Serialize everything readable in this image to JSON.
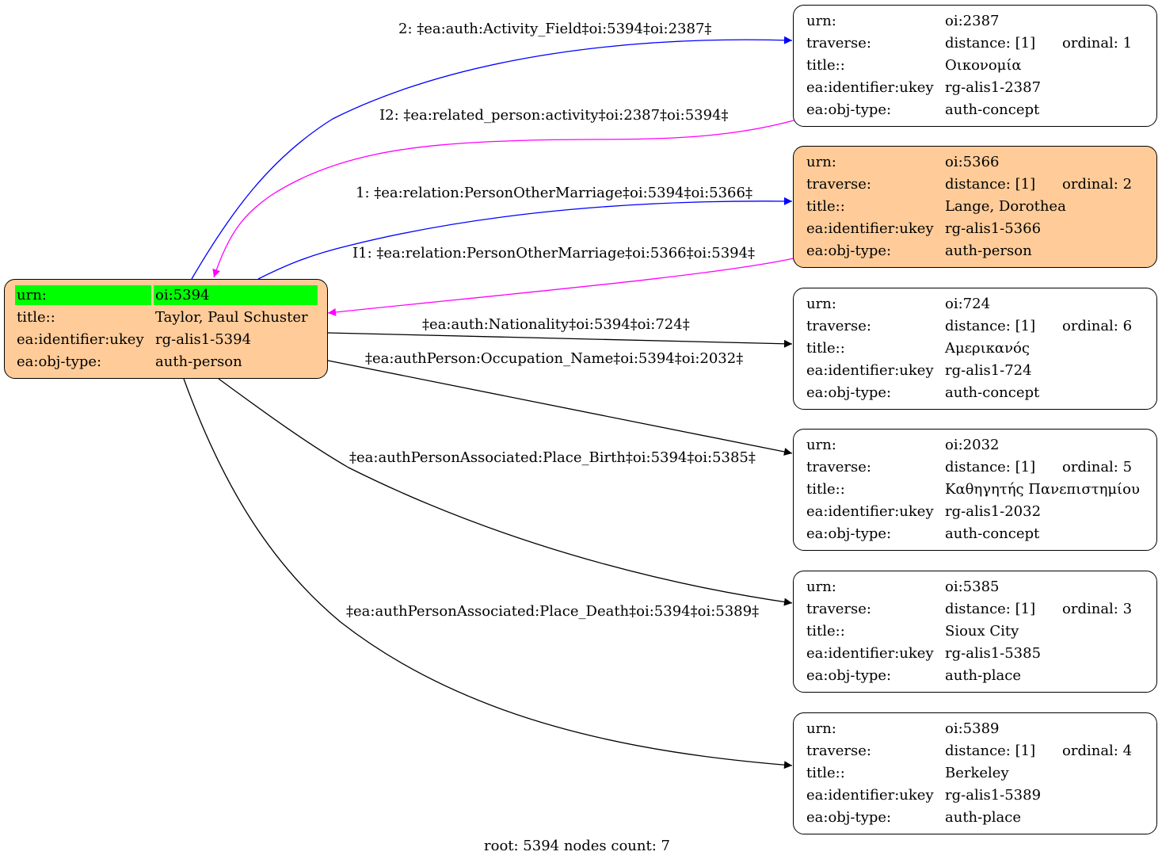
{
  "root_node": {
    "rows": [
      {
        "key": "urn:",
        "value": "oi:5394"
      },
      {
        "key": "title::",
        "value": "Taylor, Paul Schuster"
      },
      {
        "key": "ea:identifier:ukey",
        "value": "rg-alis1-5394"
      },
      {
        "key": "ea:obj-type:",
        "value": "auth-person"
      }
    ],
    "highlight_color": "#00ff00",
    "fill_color": "#ffcc99"
  },
  "nodes": [
    {
      "urn": "oi:2387",
      "distance": "distance: [1]",
      "ordinal": "ordinal: 1",
      "title": "Οικονομία",
      "ukey": "rg-alis1-2387",
      "obj_type": "auth-concept",
      "highlighted": false
    },
    {
      "urn": "oi:5366",
      "distance": "distance: [1]",
      "ordinal": "ordinal: 2",
      "title": "Lange, Dorothea",
      "ukey": "rg-alis1-5366",
      "obj_type": "auth-person",
      "highlighted": true
    },
    {
      "urn": "oi:724",
      "distance": "distance: [1]",
      "ordinal": "ordinal: 6",
      "title": "Αμερικανός",
      "ukey": "rg-alis1-724",
      "obj_type": "auth-concept",
      "highlighted": false
    },
    {
      "urn": "oi:2032",
      "distance": "distance: [1]",
      "ordinal": "ordinal: 5",
      "title": "Καθηγητής Πανεπιστημίου",
      "ukey": "rg-alis1-2032",
      "obj_type": "auth-concept",
      "highlighted": false
    },
    {
      "urn": "oi:5385",
      "distance": "distance: [1]",
      "ordinal": "ordinal: 3",
      "title": "Sioux City",
      "ukey": "rg-alis1-5385",
      "obj_type": "auth-place",
      "highlighted": false
    },
    {
      "urn": "oi:5389",
      "distance": "distance: [1]",
      "ordinal": "ordinal: 4",
      "title": "Berkeley",
      "ukey": "rg-alis1-5389",
      "obj_type": "auth-place",
      "highlighted": false
    }
  ],
  "node_keys": {
    "urn": "urn:",
    "traverse": "traverse:",
    "title": "title::",
    "ukey": "ea:identifier:ukey",
    "obj_type": "ea:obj-type:"
  },
  "edges": [
    {
      "label": "2: ‡ea:auth:Activity_Field‡oi:5394‡oi:2387‡",
      "color": "#0000ff",
      "direction": "root-to-node"
    },
    {
      "label": "I2: ‡ea:related_person:activity‡oi:2387‡oi:5394‡",
      "color": "#ff00ff",
      "direction": "node-to-root"
    },
    {
      "label": "1: ‡ea:relation:PersonOtherMarriage‡oi:5394‡oi:5366‡",
      "color": "#0000ff",
      "direction": "root-to-node"
    },
    {
      "label": "I1: ‡ea:relation:PersonOtherMarriage‡oi:5366‡oi:5394‡",
      "color": "#ff00ff",
      "direction": "node-to-root"
    },
    {
      "label": "‡ea:auth:Nationality‡oi:5394‡oi:724‡",
      "color": "#000000",
      "direction": "root-to-node"
    },
    {
      "label": "‡ea:authPerson:Occupation_Name‡oi:5394‡oi:2032‡",
      "color": "#000000",
      "direction": "root-to-node"
    },
    {
      "label": "‡ea:authPersonAssociated:Place_Birth‡oi:5394‡oi:5385‡",
      "color": "#000000",
      "direction": "root-to-node"
    },
    {
      "label": "‡ea:authPersonAssociated:Place_Death‡oi:5394‡oi:5389‡",
      "color": "#000000",
      "direction": "root-to-node"
    }
  ],
  "footer": "root: 5394 nodes count: 7"
}
